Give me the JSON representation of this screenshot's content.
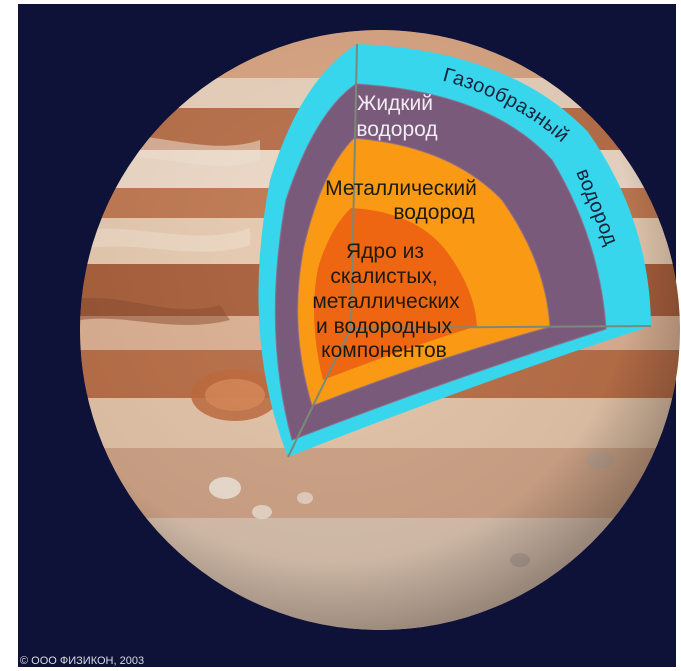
{
  "diagram": {
    "layers": {
      "gas": "Газообразный",
      "gas_cont": "водород",
      "liquid_line1": "Жидкий",
      "liquid_line2": "водород",
      "metallic_line1": "Металлический",
      "metallic_line2": "водород",
      "core_line1": "Ядро из",
      "core_line2": "скалистых,",
      "core_line3": "металлических",
      "core_line4": "и водородных",
      "core_line5": "компонентов"
    },
    "copyright": "© ООО ФИЗИКОН, 2003"
  },
  "colors": {
    "background": "#0f1238",
    "gas_layer": "#37d6ec",
    "liquid_layer": "#7a5a7a",
    "metallic_layer": "#fa9a14",
    "core": "#ee6612",
    "planet_base": "#c98b63"
  }
}
